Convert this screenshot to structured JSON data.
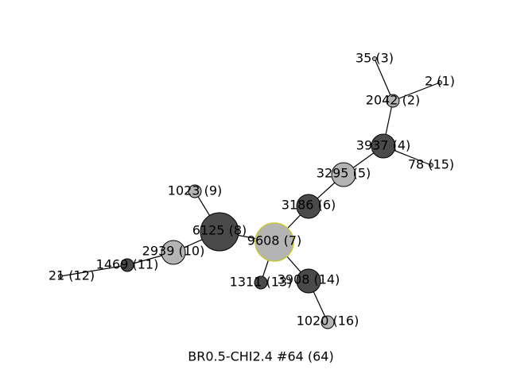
{
  "caption": "BR0.5-CHI2.4 #64 (64)",
  "colors": {
    "dark_node": "#4a4a4a",
    "light_node": "#b4b4b4",
    "highlight_stroke": "#c8c832",
    "edge": "#000000"
  },
  "nodes": [
    {
      "id": "n1",
      "label": "2 (1)",
      "shade": "light",
      "size": "dot"
    },
    {
      "id": "n2",
      "label": "2042 (2)",
      "shade": "light",
      "size": "small"
    },
    {
      "id": "n3",
      "label": "35 (3)",
      "shade": "light",
      "size": "dot"
    },
    {
      "id": "n4",
      "label": "3937 (4)",
      "shade": "dark",
      "size": "medium"
    },
    {
      "id": "n5",
      "label": "3295 (5)",
      "shade": "light",
      "size": "medium"
    },
    {
      "id": "n6",
      "label": "3186 (6)",
      "shade": "dark",
      "size": "medium"
    },
    {
      "id": "n7",
      "label": "9608 (7)",
      "shade": "light",
      "size": "large",
      "highlight": true
    },
    {
      "id": "n8",
      "label": "6125 (8)",
      "shade": "dark",
      "size": "large"
    },
    {
      "id": "n9",
      "label": "1023 (9)",
      "shade": "light",
      "size": "small"
    },
    {
      "id": "n10",
      "label": "2939 (10)",
      "shade": "light",
      "size": "medium"
    },
    {
      "id": "n11",
      "label": "1469 (11)",
      "shade": "dark",
      "size": "small"
    },
    {
      "id": "n12",
      "label": "21 (12)",
      "shade": "light",
      "size": "dot"
    },
    {
      "id": "n13",
      "label": "1311 (13)",
      "shade": "dark",
      "size": "small"
    },
    {
      "id": "n14",
      "label": "3908 (14)",
      "shade": "dark",
      "size": "medium"
    },
    {
      "id": "n15",
      "label": "78 (15)",
      "shade": "light",
      "size": "dot"
    },
    {
      "id": "n16",
      "label": "1020 (16)",
      "shade": "light",
      "size": "small"
    }
  ],
  "edges": [
    [
      "n3",
      "n2"
    ],
    [
      "n1",
      "n2"
    ],
    [
      "n2",
      "n4"
    ],
    [
      "n4",
      "n15"
    ],
    [
      "n4",
      "n5"
    ],
    [
      "n5",
      "n6"
    ],
    [
      "n6",
      "n7"
    ],
    [
      "n7",
      "n8"
    ],
    [
      "n8",
      "n9"
    ],
    [
      "n8",
      "n10"
    ],
    [
      "n10",
      "n11"
    ],
    [
      "n11",
      "n12"
    ],
    [
      "n7",
      "n13"
    ],
    [
      "n7",
      "n14"
    ],
    [
      "n14",
      "n16"
    ]
  ]
}
